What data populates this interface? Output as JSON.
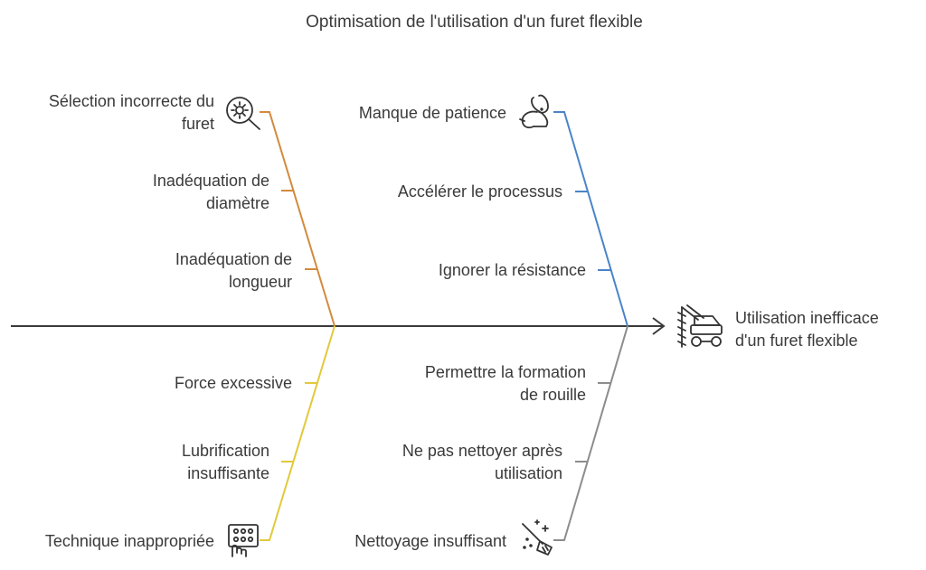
{
  "title": "Optimisation de l'utilisation d'un furet flexible",
  "effect": {
    "line1": "Utilisation inefficace",
    "line2": "d'un furet flexible",
    "icon": "auger-machine-icon"
  },
  "categories": [
    {
      "key": "selection",
      "color": "#d38a3d",
      "head": {
        "line1": "Sélection incorrecte du",
        "line2": "furet",
        "icon": "gear-magnifier-icon"
      },
      "items": [
        {
          "line1": "Inadéquation de",
          "line2": "diamètre"
        },
        {
          "line1": "Inadéquation de",
          "line2": "longueur"
        }
      ]
    },
    {
      "key": "patience",
      "color": "#4a84c8",
      "head": {
        "line1": "Manque de patience",
        "line2": "",
        "icon": "rabbit-icon"
      },
      "items": [
        {
          "line1": "Accélérer le processus",
          "line2": ""
        },
        {
          "line1": "Ignorer la résistance",
          "line2": ""
        }
      ]
    },
    {
      "key": "technique",
      "color": "#e2c93b",
      "head": {
        "line1": "Technique inappropriée",
        "line2": "",
        "icon": "hand-keypad-icon"
      },
      "items": [
        {
          "line1": "Force excessive",
          "line2": ""
        },
        {
          "line1": "Lubrification",
          "line2": "insuffisante"
        }
      ]
    },
    {
      "key": "nettoyage",
      "color": "#8c8c8c",
      "head": {
        "line1": "Nettoyage insuffisant",
        "line2": "",
        "icon": "broom-sparkle-icon"
      },
      "items": [
        {
          "line1": "Permettre la formation",
          "line2": "de rouille"
        },
        {
          "line1": "Ne pas nettoyer après",
          "line2": "utilisation"
        }
      ]
    }
  ]
}
